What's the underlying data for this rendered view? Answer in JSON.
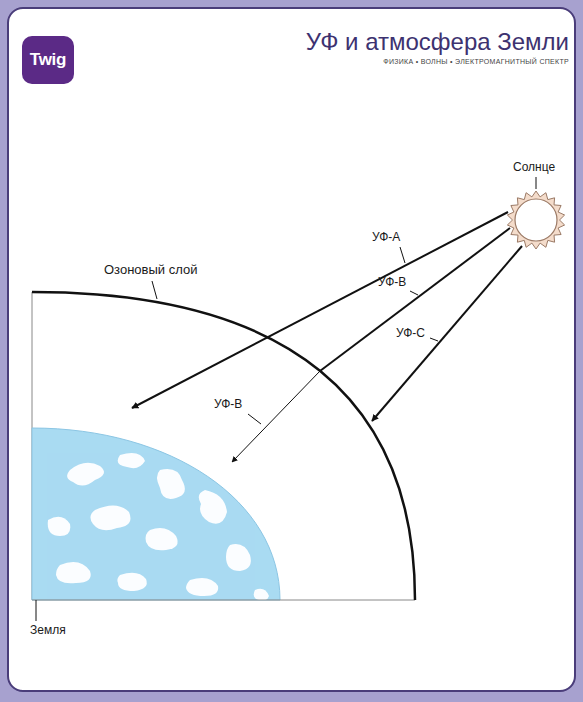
{
  "diagram": {
    "title": "УФ и атмосфера Земли",
    "nodes": [
      {
        "text": [
          "Twig"
        ]
      }
    ],
    "labels": [
      "ФИЗИКА • ВОЛНЫ • ЭЛЕКТРОМАГНИТНЫЙ СПЕКТР",
      "Солнце",
      "УФ-А",
      "Озоновый слой",
      "УФ-В",
      "УФ-С",
      "УФ-В",
      "Земля"
    ]
  }
}
